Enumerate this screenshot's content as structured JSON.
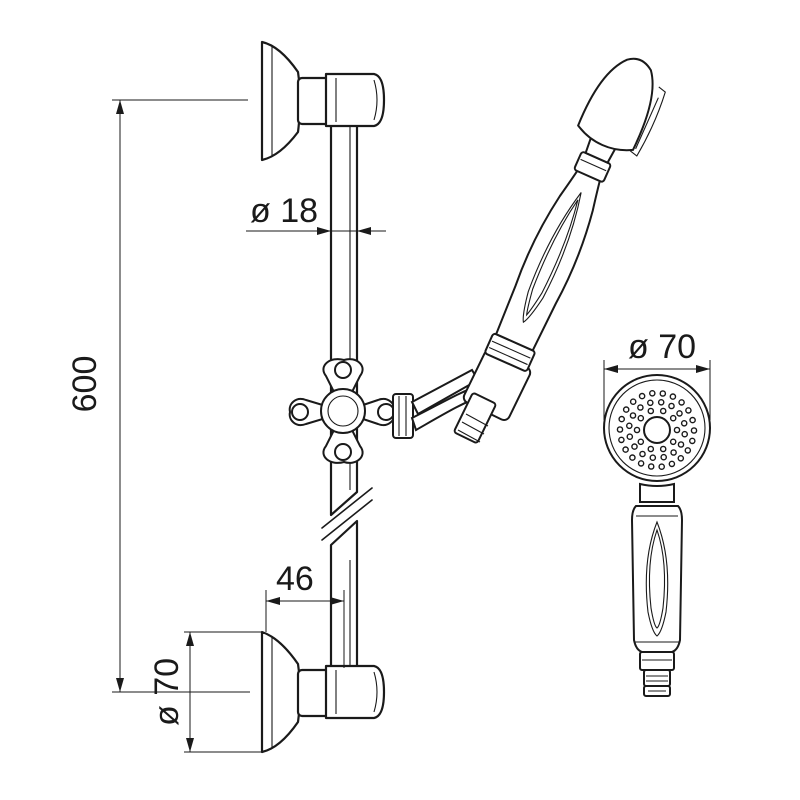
{
  "dimensions": {
    "rail_length": "600",
    "rail_diameter": "ø 18",
    "bracket_offset": "46",
    "bracket_diameter": "ø 70",
    "head_diameter": "ø 70"
  },
  "colors": {
    "line": "#1a1a1a",
    "background": "#ffffff"
  }
}
